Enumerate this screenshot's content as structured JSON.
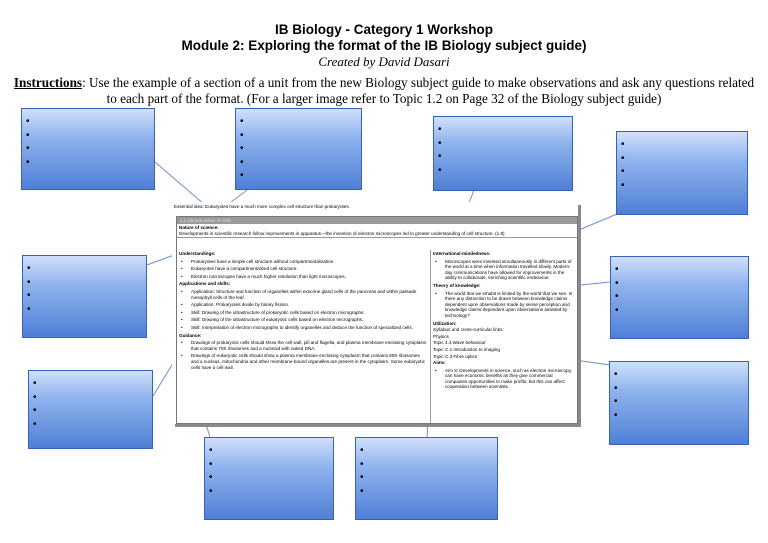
{
  "header": {
    "title1": "IB Biology - Category 1 Workshop",
    "title2": "Module 2: Exploring the format of the IB Biology subject guide)",
    "author": "Created by David Dasari"
  },
  "instructions": {
    "label": "Instructions",
    "text": ": Use the example of a section of a unit from the new Biology subject guide to make observations and ask any questions related to each part of the format.  (For a larger image refer to Topic 1.2 on Page 32 of the Biology subject guide)"
  },
  "note_boxes": {
    "bullet": "",
    "count": 10
  },
  "guide": {
    "essential_idea": "Essential idea: Eukaryotes have a much more complex cell structure than prokaryotes.",
    "topic_bar": "1.2 Ultrastructure of cells",
    "nos_heading": "Nature of science:",
    "nos_text": "Developments in scientific research follow improvements in apparatus—the invention of electron microscopes led to greater understanding of cell structure. (1.8)",
    "understandings_heading": "Understandings:",
    "understandings": [
      "Prokaryotes have a simple cell structure without compartmentalization.",
      "Eukaryotes have a compartmentalized cell structure.",
      "Electron microscopes have a much higher resolution than light microscopes."
    ],
    "applications_heading": "Applications and skills:",
    "applications": [
      "Application: Structure and function of organelles within exocrine gland cells of the pancreas and within palisade mesophyll cells of the leaf.",
      "Application: Prokaryotes divide by binary fission.",
      "Skill: Drawing of the ultrastructure of prokaryotic cells based on electron micrographs.",
      "Skill: Drawing of the ultrastructure of eukaryotic cells based on electron micrographs.",
      "Skill: Interpretation of electron micrographs to identify organelles and deduce the function of specialized cells."
    ],
    "guidance_heading": "Guidance:",
    "guidance": [
      "Drawings of prokaryotic cells should show the cell wall, pili and flagella, and plasma membrane enclosing cytoplasm that contains 70S ribosomes and a nucleoid with naked DNA.",
      "Drawings of eukaryotic cells should show a plasma membrane enclosing cytoplasm that contains 80S ribosomes and a nucleus, mitochondria and other membrane-bound organelles are present in the cytoplasm. Some eukaryotic cells have a cell wall."
    ],
    "intl_heading": "International-mindedness:",
    "intl": "Microscopes were invented simultaneously in different parts of the world at a time when information travelled slowly. Modern-day communications have allowed for improvements in the ability to collaborate, enriching scientific endeavour.",
    "tok_heading": "Theory of knowledge:",
    "tok": "The world that we inhabit is limited by the world that we see. Is there any distinction to be drawn between knowledge claims dependent upon observations made by sense perception and knowledge claims dependent upon observations assisted by technology?",
    "util_heading": "Utilization:",
    "util_lines": [
      "Syllabus and cross-curricular links:",
      "Physics",
      "Topic 4.4 Wave behaviour",
      "Topic C.1 Introduction to imaging",
      "Topic C.3 Fibre optics"
    ],
    "aims_heading": "Aims:",
    "aims": "Aim 8: Developments in science, such as electron microscopy, can have economic benefits as they give commercial companies opportunities to make profits, but this can affect cooperation between scientists."
  }
}
